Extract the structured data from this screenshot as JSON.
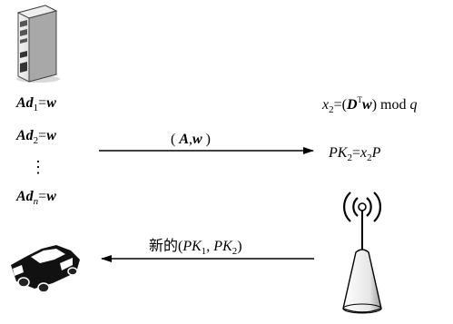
{
  "server_equations": [
    {
      "lhs_main": "Ad",
      "lhs_sub": "1",
      "eq": "=",
      "rhs": "w"
    },
    {
      "lhs_main": "Ad",
      "lhs_sub": "2",
      "eq": "=",
      "rhs": "w"
    },
    {
      "lhs_main": "Ad",
      "lhs_sub": "n",
      "eq": "=",
      "rhs": "w"
    }
  ],
  "server_ellipsis": "⋮",
  "right_formula_1": {
    "var": "x",
    "var_sub": "2",
    "eq": "=(",
    "mat": "D",
    "mat_sup": "T",
    "vec": "w",
    "close": ")",
    "mod": " mod ",
    "q": "q"
  },
  "right_formula_2": {
    "pk": "PK",
    "pk_sub": "2",
    "eq": "=",
    "x": "x",
    "x_sub": "2",
    "p": "P"
  },
  "top_arrow_label": {
    "open": "( ",
    "a": "A",
    "comma": ",",
    "w": "w",
    "close": " )"
  },
  "bottom_arrow_label": {
    "prefix": "新的(",
    "pk1": "PK",
    "pk1_sub": "1",
    "sep": ", ",
    "pk2": "PK",
    "pk2_sub": "2",
    "close": ")"
  },
  "icons": [
    "server-icon",
    "car-icon",
    "antenna-icon"
  ],
  "colors": {
    "ink": "#000000",
    "server_body": "#cfcfcf",
    "car_body": "#111111"
  }
}
